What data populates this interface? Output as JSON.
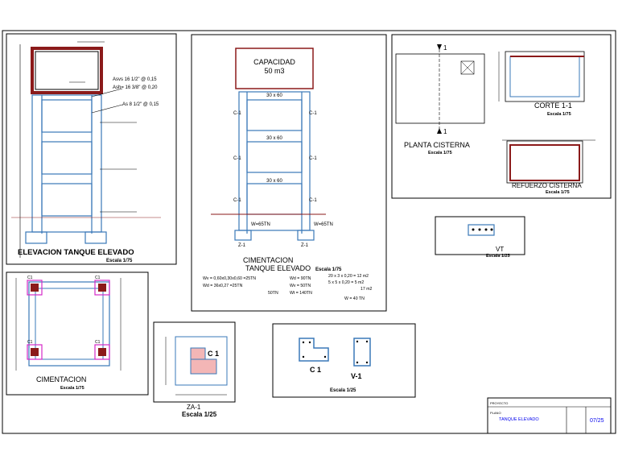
{
  "panels": {
    "elevacion": {
      "title": "ELEVACION TANQUE ELEVADO",
      "scale": "Escala 1/75",
      "rebar_notes": [
        "Asvs 16 1/2\" @ 0,15",
        "Ash= 16 3/8\" @ 0,20",
        "As  8 1/2\" @ 0,15"
      ]
    },
    "cimentacion_tanque": {
      "capacity_label": "CAPACIDAD",
      "capacity_value": "50 m3",
      "beam_labels": [
        "30 x 60",
        "30 x 60",
        "30 x 60"
      ],
      "column_label": "C-1",
      "load_labels": [
        "W=65TN",
        "W=65TN"
      ],
      "footing_labels": [
        "Z-1",
        "Z-1"
      ],
      "title_line1": "CIMENTACION",
      "title_line2": "TANQUE ELEVADO",
      "scale": "Escala 1/75",
      "calc_rows": [
        [
          "Wv = 0,60x0,30x0,60 =25TN",
          "Wd = 90TN",
          "20 x 3 x 0,20 = 12 m2"
        ],
        [
          "Wd =       36x0,27       =25TN",
          "Wv = 50TN",
          "5 x 5 x 0,20 =  5 m2"
        ],
        [
          "50TN",
          "Wt = 140TN",
          "17 m2"
        ]
      ],
      "total": "W = 40 TN"
    },
    "planta_cisterna": {
      "title": "PLANTA CISTERNA",
      "scale": "Escala 1/75",
      "section_marks": [
        "1",
        "1"
      ]
    },
    "corte": {
      "title": "CORTE 1-1",
      "scale": "Escala 1/75"
    },
    "refuerzo": {
      "title": "REFUERZO CISTERNA",
      "scale": "Escala 1/75"
    },
    "vt": {
      "title": "VT",
      "scale": "Escala 1/25"
    },
    "cimentacion_plan": {
      "title": "CIMENTACION",
      "scale": "Escala 1/75",
      "column_tags": [
        "C1",
        "C1",
        "C1",
        "C1"
      ]
    },
    "za": {
      "label": "C 1",
      "title": "ZA-1",
      "scale": "Escala 1/25"
    },
    "c1v1": {
      "c1_label": "C 1",
      "v1_label": "V-1",
      "scale": "Escala 1/25"
    }
  },
  "title_block": {
    "project_label": "PROYECTO",
    "plan_label": "PLANO",
    "sheet_name": "TANQUE ELEVADO",
    "sheet_number": "07/25"
  },
  "colors": {
    "concrete": "#3a78b8",
    "rebar": "#8b1a1a",
    "stirrup": "#d42ac8",
    "text": "#000000",
    "accent": "#0000ee"
  }
}
